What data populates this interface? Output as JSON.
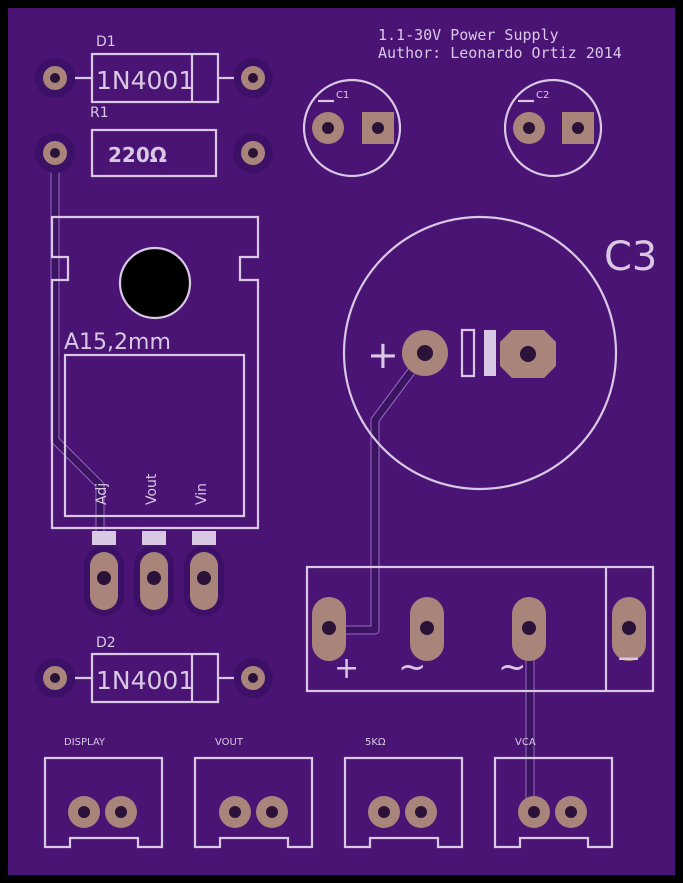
{
  "title_line1": "1.1-30V Power Supply",
  "title_line2": "Author: Leonardo Ortiz 2014",
  "d1": {
    "ref": "D1",
    "value": "1N4001"
  },
  "r1": {
    "ref": "R1",
    "value": "220Ω"
  },
  "c1": {
    "ref": "C1"
  },
  "c2": {
    "ref": "C2"
  },
  "c3": {
    "ref": "C3",
    "plus": "+"
  },
  "regulator": {
    "package": "A15,2mm",
    "pins": [
      "Adj",
      "Vout",
      "Vin"
    ]
  },
  "d2": {
    "ref": "D2",
    "value": "1N4001"
  },
  "bridge": {
    "pin_marks": [
      "+",
      "~",
      "~",
      "−"
    ]
  },
  "connectors": [
    {
      "label": "DISPLAY"
    },
    {
      "label": "VOUT"
    },
    {
      "label": "5KΩ"
    },
    {
      "label": "VCA"
    }
  ],
  "colors": {
    "board": "#4a1474",
    "silkscreen": "#d8c8e4",
    "pad": "#a8847a"
  }
}
